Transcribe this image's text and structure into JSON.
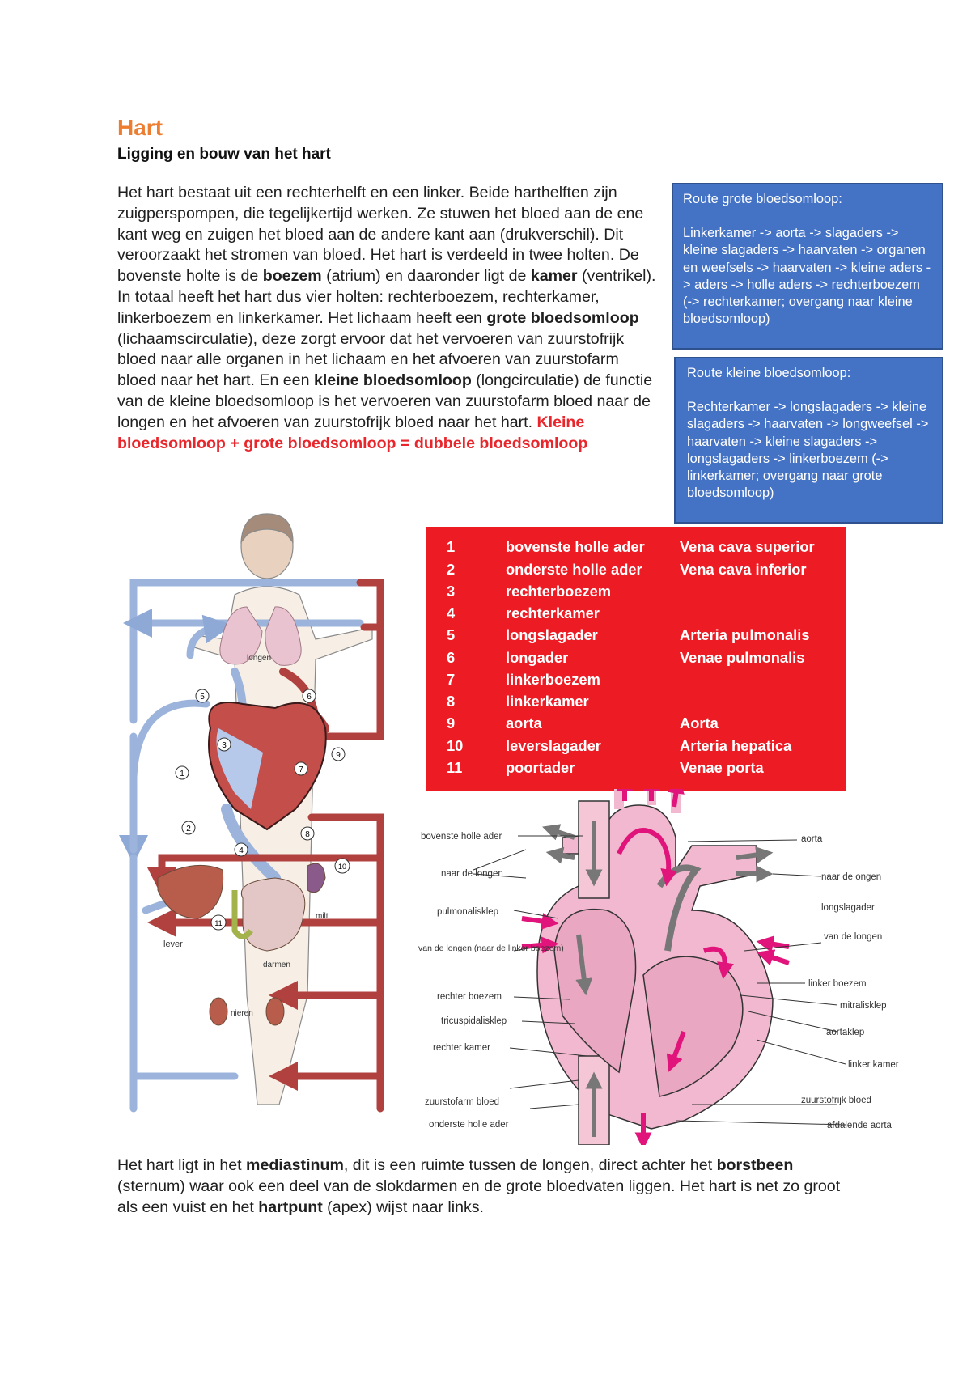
{
  "header": {
    "title": "Hart",
    "subtitle": "Ligging en bouw van het hart"
  },
  "intro": {
    "t1": "Het hart bestaat uit een rechterhelft en een linker. Beide harthelften zijn zuigperspompen, die tegelijkertijd werken. Ze stuwen het bloed aan de ene kant weg en zuigen het bloed aan de andere kant aan (drukverschil). Dit veroorzaakt het stromen van bloed. Het hart is verdeeld in twee holten. De bovenste holte is de ",
    "b1": "boezem",
    "t2": " (atrium) en daaronder ligt de ",
    "b2": "kamer",
    "t3": " (ventrikel). In totaal heeft het hart dus vier holten: rechterboezem, rechterkamer, linkerboezem en linkerkamer. Het lichaam heeft een ",
    "b3": "grote bloedsomloop",
    "t4": " (lichaamscirculatie), deze zorgt ervoor dat het vervoeren van zuurstofrijk bloed naar alle organen in het lichaam en het afvoeren van zuurstofarm bloed naar het hart. En een ",
    "b4": "kleine bloedsomloop",
    "t5": " (longcirculatie) de functie van de kleine bloedsomloop is het vervoeren van zuurstofarm bloed naar de longen en het afvoeren van zuurstofrijk bloed naar het hart. ",
    "red": "Kleine bloedsomloop + grote bloedsomloop = dubbele bloedsomloop"
  },
  "route_grote": {
    "title": "Route grote bloedsomloop:",
    "text": "Linkerkamer -> aorta -> slagaders -> kleine slagaders -> haarvaten -> organen en weefsels -> haarvaten -> kleine aders -> aders -> holle aders -> rechterboezem (-> rechterkamer; overgang naar kleine bloedsomloop)"
  },
  "route_kleine": {
    "title": "Route kleine bloedsomloop:",
    "text": "Rechterkamer -> longslagaders -> kleine slagaders -> haarvaten -> longweefsel -> haarvaten -> kleine slagaders -> longslagaders -> linkerboezem (-> linkerkamer; overgang naar grote bloedsomloop)"
  },
  "legend": [
    {
      "num": "1",
      "nl": "bovenste holle ader",
      "lat": "Vena cava superior"
    },
    {
      "num": "2",
      "nl": "onderste holle ader",
      "lat": "Vena cava inferior"
    },
    {
      "num": "3",
      "nl": "rechterboezem",
      "lat": ""
    },
    {
      "num": "4",
      "nl": "rechterkamer",
      "lat": ""
    },
    {
      "num": "5",
      "nl": "longslagader",
      "lat": "Arteria pulmonalis"
    },
    {
      "num": "6",
      "nl": "longader",
      "lat": "Venae pulmonalis"
    },
    {
      "num": "7",
      "nl": "linkerboezem",
      "lat": ""
    },
    {
      "num": "8",
      "nl": "linkerkamer",
      "lat": ""
    },
    {
      "num": "9",
      "nl": "aorta",
      "lat": "Aorta"
    },
    {
      "num": "10",
      "nl": "leverslagader",
      "lat": "Arteria hepatica"
    },
    {
      "num": "11",
      "nl": "poortader",
      "lat": "Venae porta"
    }
  ],
  "circ_diagram": {
    "labels": {
      "longen": "longen",
      "lever": "lever",
      "milt": "milt",
      "darmen": "darmen",
      "nieren": "nieren"
    },
    "markers": [
      "1",
      "2",
      "3",
      "4",
      "5",
      "6",
      "7",
      "8",
      "9",
      "10",
      "11"
    ]
  },
  "heart_diagram": {
    "labels_left": [
      "bovenste holle ader",
      "naar de longen",
      "pulmonalisklep",
      "van de longen (naar de linker boezem)",
      "rechter boezem",
      "tricuspidalisklep",
      "rechter kamer",
      "zuurstofarm bloed",
      "onderste holle ader"
    ],
    "labels_right": [
      "aorta",
      "naar de ongen",
      "longslagader",
      "van de longen",
      "linker boezem",
      "mitralisklep",
      "aortaklep",
      "linker kamer",
      "zuurstofrijk bloed",
      "afdalende aorta"
    ]
  },
  "bottom": {
    "t1": "Het hart ligt in het ",
    "b1": "mediastinum",
    "t2": ", dit is een ruimte tussen de longen, direct achter het ",
    "b2": "borstbeen",
    "t3": " (sternum) waar ook een deel van de slokdarmen en de grote bloedvaten liggen. Het hart is net zo groot als een vuist en het ",
    "b3": "hartpunt",
    "t4": " (apex) wijst naar links."
  },
  "colors": {
    "title": "#ed7d31",
    "box_blue": "#4472c4",
    "legend_red": "#ed1c24",
    "vein_blue": "#9cb4dc",
    "artery_red": "#b0413e",
    "heart_pink": "#f2b8cf",
    "flow_magenta": "#e0147a"
  }
}
